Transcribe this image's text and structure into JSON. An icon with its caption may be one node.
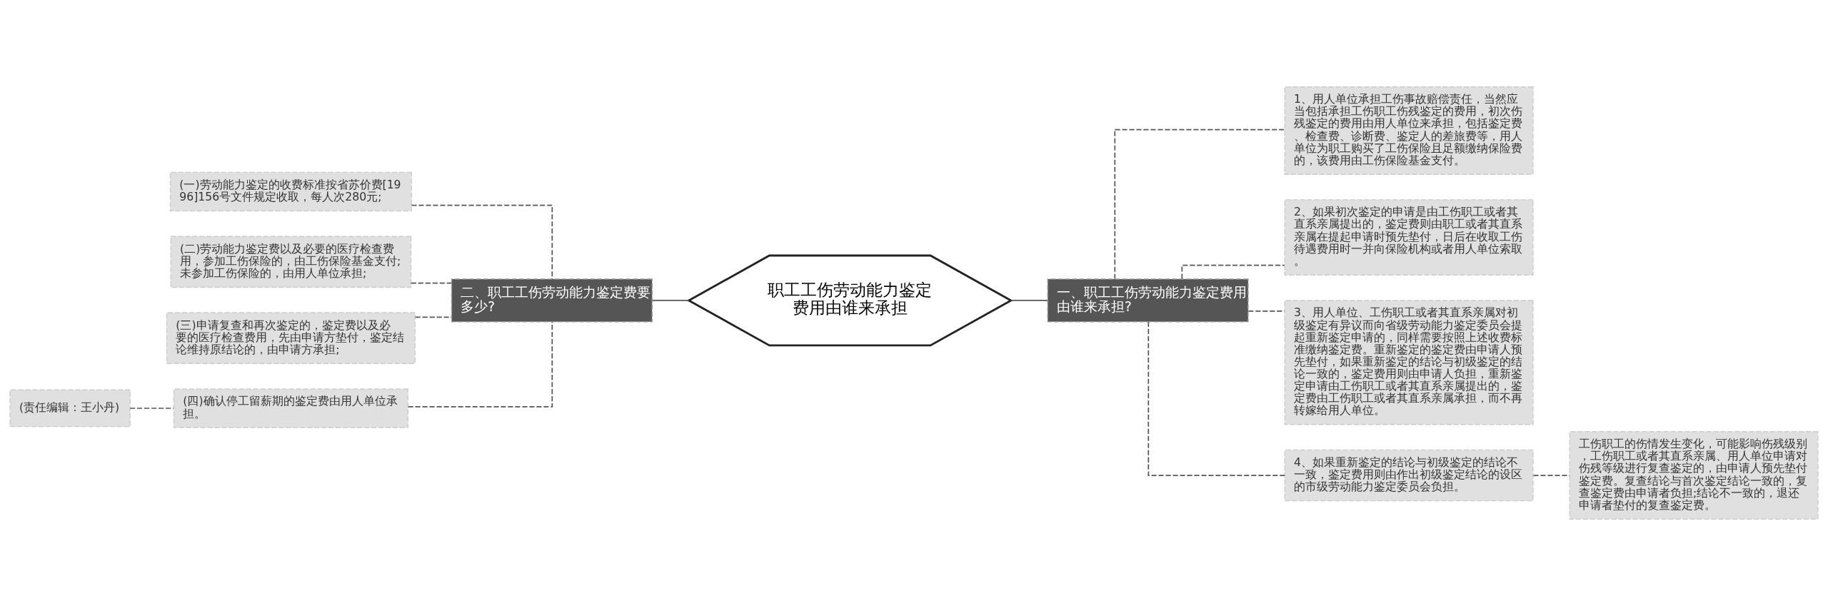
{
  "diagram": {
    "nodes": [
      {
        "text": [
          "职工工伤劳动能力鉴定费用由谁来承担"
        ]
      },
      {
        "text": [
          "一、职工工伤劳动能力鉴定费用由谁来承担?"
        ]
      },
      {
        "text": [
          "1、用人单位承担工伤事故赔偿责任，当然应当包括承担工伤职工伤残鉴定的费用，初次伤残鉴定的费用由用人单位来承担，包括鉴定费、检查费、诊断费、鉴定人的差旅费等，用人单位为职工购买了工伤保险且足额缴纳保险费的，该费用由工伤保险基金支付。"
        ]
      },
      {
        "text": [
          "2、如果初次鉴定的申请是由工伤职工或者其直系亲属提出的，鉴定费则由职工或者其直系亲属在提起申请时预先垫付，日后在收取工伤待遇费用时一并向保险机构或者用人单位索取。"
        ]
      },
      {
        "text": [
          "3、用人单位、工伤职工或者其直系亲属对初级鉴定有异议而向省级劳动能力鉴定委员会提起重新鉴定申请的，同样需要按照上述收费标准缴纳鉴定费。重新鉴定的鉴定费由申请人预先垫付，如果重新鉴定的结论与初级鉴定的结论一致的，鉴定费用则由申请人负担，重新鉴定申请由工伤职工或者其直系亲属提出的，鉴定费由工伤职工或者其直系亲属承担，而不再转嫁给用人单位。"
        ]
      },
      {
        "text": [
          "4、如果重新鉴定的结论与初级鉴定的结论不一致，鉴定费用则由作出初级鉴定结论的设区的市级劳动能力鉴定委员会负担。"
        ]
      },
      {
        "text": [
          "工伤职工的伤情发生变化，可能影响伤残级别，工伤职工或者其直系亲属、用人单位申请对伤残等级进行复查鉴定的，由申请人预先垫付鉴定费。复查结论与首次鉴定结论一致的，复查鉴定费由申请者负担;结论不一致的，退还申请者垫付的复查鉴定费。"
        ]
      },
      {
        "text": [
          "二、职工工伤劳动能力鉴定费要多少?"
        ]
      },
      {
        "text": [
          "(一)劳动能力鉴定的收费标准按省苏价费[1996]156号文件规定收取，每人次280元;"
        ]
      },
      {
        "text": [
          "(二)劳动能力鉴定费以及必要的医疗检查费用，参加工伤保险的，由工伤保险基金支付;未参加工伤保险的，由用人单位承担;"
        ]
      },
      {
        "text": [
          "(三)申请复查和再次鉴定的，鉴定费以及必要的医疗检查费用，先由申请方垫付，鉴定结论维持原结论的，由申请方承担;"
        ]
      },
      {
        "text": [
          "(四)确认停工留薪期的鉴定费由用人单位承担。"
        ]
      },
      {
        "text": [
          "(责任编辑：王小丹)"
        ]
      }
    ],
    "edges": [
      {
        "from": 0,
        "to": 1,
        "arrow": "none"
      },
      {
        "from": 1,
        "to": 2,
        "arrow": "none",
        "style": "dashed"
      },
      {
        "from": 1,
        "to": 3,
        "arrow": "none",
        "style": "dashed"
      },
      {
        "from": 1,
        "to": 4,
        "arrow": "none",
        "style": "dashed"
      },
      {
        "from": 1,
        "to": 5,
        "arrow": "none",
        "style": "dashed"
      },
      {
        "from": 5,
        "to": 6,
        "arrow": "none",
        "style": "dashed"
      },
      {
        "from": 0,
        "to": 7,
        "arrow": "none"
      },
      {
        "from": 7,
        "to": 8,
        "arrow": "none",
        "style": "dashed"
      },
      {
        "from": 7,
        "to": 9,
        "arrow": "none",
        "style": "dashed"
      },
      {
        "from": 7,
        "to": 10,
        "arrow": "none",
        "style": "dashed"
      },
      {
        "from": 7,
        "to": 11,
        "arrow": "none",
        "style": "dashed"
      },
      {
        "from": 11,
        "to": 12,
        "arrow": "none",
        "style": "dashed"
      }
    ]
  }
}
